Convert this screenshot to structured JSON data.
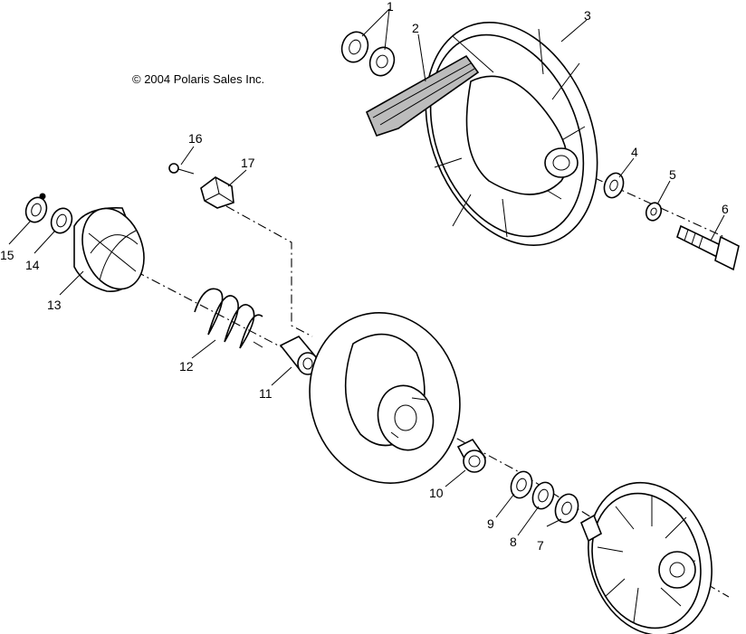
{
  "copyright": "© 2004 Polaris Sales Inc.",
  "callouts": {
    "c1": "1",
    "c2": "2",
    "c3": "3",
    "c4": "4",
    "c5": "5",
    "c6": "6",
    "c7": "7",
    "c8": "8",
    "c9": "9",
    "c10": "10",
    "c11": "11",
    "c12": "12",
    "c13": "13",
    "c14": "14",
    "c15": "15",
    "c16": "16",
    "c17": "17"
  }
}
